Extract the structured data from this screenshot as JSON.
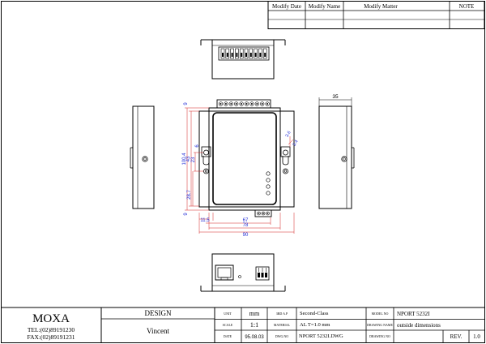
{
  "revision_table": {
    "headers": [
      "Modify Date",
      "Modify Name",
      "Modify Matter",
      "NOTE"
    ]
  },
  "dimensions": {
    "height_total": "100.4",
    "hole_spacing": "43",
    "hole_inner": "23",
    "hole_dia": "6",
    "mount_lower": "28.7",
    "edge_top": "9",
    "edge_bottom": "9",
    "hole_offset": "11.5",
    "width_inner": "67",
    "width_mid": "78",
    "width_total": "90",
    "side_depth": "35",
    "slot_a": "3.6",
    "slot_b": "3.4"
  },
  "title_block": {
    "company": "MOXA",
    "tel": "TEL:(02)89191230",
    "fax": "FAX:(02)89191231",
    "design_label": "DESIGN",
    "designer": "Vincent",
    "unit_label": "UNIT",
    "unit_value": "mm",
    "scale_label": "SCALE",
    "scale_value": "1:1",
    "date_label": "DATE",
    "date_value": "95.08.03",
    "third_label": "3RD A.P",
    "third_value": "Second-Class",
    "material_label": "MATERIAL",
    "material_value": "AL T=1.0 mm",
    "dwg_label": "DWG.NO",
    "dwg_value": "NPORT 5232I.DWG",
    "model_label": "MODEL NO",
    "model_value": "NPORT  5232I",
    "drawing_name_label": "DRAWING NAME",
    "drawing_name_value": "outside dimensions",
    "drawing_no_label": "DRAWING NO",
    "rev_label": "REV.",
    "rev_value": "1.0"
  }
}
